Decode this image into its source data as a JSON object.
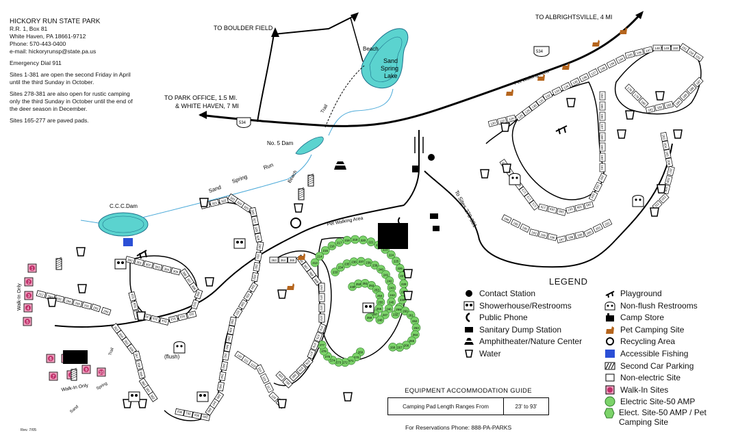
{
  "park": {
    "name": "HICKORY RUN STATE PARK",
    "address1": "R.R. 1, Box 81",
    "address2": "White Haven, PA 18661-9712",
    "phone": "Phone: 570-443-0400",
    "email": "e-mail: hickoryrunsp@state.pa.us",
    "emergency": "Emergency Dial 911",
    "note1": "Sites 1-381 are open the second Friday in April until the third Sunday in October.",
    "note2": "Sites 278-381 are also open for rustic camping only the third Sunday in October until the end of the deer season in December.",
    "note3": "Sites 165-277 are paved pads."
  },
  "labels": {
    "boulder_field": "TO BOULDER FIELD",
    "albrightsville": "TO ALBRIGHTSVILLE, 4 MI",
    "park_office_1": "TO PARK OFFICE, 1.5 MI.",
    "park_office_2": "& WHITE HAVEN, 7 MI",
    "route": "534",
    "beach_top": "Beach",
    "lake_1": "Sand",
    "lake_2": "Spring",
    "lake_3": "Lake",
    "trail": "Trail",
    "dam5": "No. 5 Dam",
    "sand": "Sand",
    "spring": "Spring",
    "run": "Run",
    "beach_mid": "Beach",
    "ccc_dam": "C.C.C.Dam",
    "pet_walk_1": "Pet Walking Area",
    "pet_walk_2": "Pet Walking Area",
    "to_sites": "To Sites 278-381",
    "walk_in_1": "Walk-In Only",
    "walk_in_2": "Walk-In Only",
    "trail_low": "Trail",
    "sand_low": "Sand",
    "spring_low": "Spring",
    "flush": "(flush)"
  },
  "legend": {
    "title": "LEGEND",
    "items_left": [
      {
        "icon": "contact-station-icon",
        "label": "Contact Station"
      },
      {
        "icon": "showerhouse-icon",
        "label": "Showerhouse/Restrooms"
      },
      {
        "icon": "public-phone-icon",
        "label": "Public Phone"
      },
      {
        "icon": "sanitary-dump-icon",
        "label": "Sanitary Dump Station"
      },
      {
        "icon": "amphitheater-icon",
        "label": "Amphitheater/Nature Center"
      },
      {
        "icon": "water-icon",
        "label": "Water"
      }
    ],
    "items_right": [
      {
        "icon": "playground-icon",
        "label": "Playground"
      },
      {
        "icon": "non-flush-restroom-icon",
        "label": "Non-flush Restrooms"
      },
      {
        "icon": "camp-store-icon",
        "label": "Camp Store"
      },
      {
        "icon": "pet-camping-icon",
        "label": "Pet Camping Site"
      },
      {
        "icon": "recycling-icon",
        "label": "Recycling Area"
      },
      {
        "icon": "accessible-fishing-icon",
        "label": "Accessible Fishing"
      },
      {
        "icon": "second-car-parking-icon",
        "label": "Second Car Parking"
      },
      {
        "icon": "non-electric-site-icon",
        "label": "Non-electric Site"
      },
      {
        "icon": "walk-in-site-icon",
        "label": "Walk-In Sites"
      },
      {
        "icon": "electric-site-icon",
        "label": "Electric Site-50 AMP"
      },
      {
        "icon": "elect-pet-site-icon",
        "label": "Elect. Site-50 AMP / Pet Camping Site"
      }
    ]
  },
  "guide": {
    "title": "EQUIPMENT ACCOMMODATION GUIDE",
    "label": "Camping Pad Length Ranges From",
    "range": "23' to 93'"
  },
  "reservations": "For Reservations Phone: 888-PA-PARKS",
  "revision": "Rev. 7/05",
  "walk_in_sites": [
    "1",
    "2",
    "3",
    "4",
    "5",
    "6",
    "7",
    "8",
    "9",
    "10",
    "11"
  ],
  "site_numbers_visible": [
    "12",
    "13",
    "14",
    "15",
    "16",
    "18",
    "19",
    "20",
    "21",
    "22",
    "23",
    "24",
    "25",
    "26",
    "27",
    "28",
    "29",
    "30",
    "31",
    "32",
    "33",
    "34",
    "38",
    "40",
    "41",
    "42",
    "43",
    "44",
    "45",
    "46",
    "47",
    "48",
    "49",
    "50",
    "51",
    "52",
    "53",
    "54",
    "55",
    "56",
    "57",
    "58",
    "59",
    "60",
    "61",
    "62",
    "63",
    "64",
    "65",
    "66",
    "67",
    "68",
    "69",
    "70",
    "71",
    "72",
    "73",
    "74",
    "75",
    "76",
    "77",
    "79",
    "80",
    "82",
    "83",
    "84",
    "85",
    "86",
    "87",
    "88",
    "89",
    "90",
    "91",
    "92",
    "93",
    "94",
    "95",
    "96",
    "97",
    "98",
    "99",
    "100",
    "101",
    "102",
    "103",
    "104",
    "105",
    "106",
    "107",
    "108",
    "109",
    "110",
    "111",
    "113",
    "114",
    "115",
    "117",
    "118",
    "119",
    "120",
    "122",
    "124",
    "125",
    "126",
    "130",
    "131",
    "132",
    "133",
    "134",
    "135",
    "136",
    "137",
    "138",
    "139",
    "144",
    "145",
    "146",
    "147",
    "148",
    "149",
    "150",
    "151",
    "152",
    "153",
    "154",
    "155",
    "156",
    "157",
    "158",
    "159",
    "160",
    "161",
    "162",
    "163",
    "164",
    "165",
    "166",
    "167",
    "168",
    "169",
    "170",
    "171",
    "172",
    "173",
    "174",
    "175",
    "176",
    "177",
    "178",
    "179",
    "180",
    "181",
    "182",
    "183",
    "184",
    "185",
    "186",
    "187",
    "188",
    "189",
    "190",
    "193",
    "195",
    "196",
    "197",
    "198",
    "199",
    "200",
    "201",
    "202",
    "203",
    "204",
    "205",
    "206",
    "207",
    "208",
    "209",
    "210",
    "211",
    "212",
    "213",
    "214",
    "215",
    "216",
    "217",
    "218",
    "219",
    "220",
    "221",
    "222",
    "223",
    "224",
    "225",
    "226",
    "227",
    "228",
    "229",
    "230",
    "231",
    "232",
    "233",
    "234",
    "235",
    "236",
    "237",
    "238",
    "239",
    "240",
    "241",
    "242",
    "243",
    "244",
    "245",
    "246",
    "247",
    "248",
    "249",
    "250",
    "251",
    "252",
    "253",
    "254",
    "255",
    "256",
    "257",
    "258",
    "259",
    "260",
    "261",
    "262",
    "263",
    "264",
    "265",
    "266",
    "267",
    "268",
    "269",
    "270",
    "271",
    "272",
    "273",
    "274",
    "275",
    "276",
    "277",
    "280",
    "281",
    "284",
    "290",
    "291",
    "293",
    "299",
    "300",
    "301",
    "302",
    "303",
    "304",
    "305",
    "306",
    "307",
    "308",
    "309",
    "310",
    "311",
    "312",
    "313",
    "314",
    "315",
    "316",
    "317",
    "318",
    "319",
    "320",
    "321",
    "322",
    "323",
    "324",
    "325",
    "326",
    "327",
    "328",
    "329",
    "330",
    "331",
    "332",
    "333",
    "334",
    "335",
    "336",
    "337",
    "338",
    "339",
    "340",
    "341",
    "342",
    "343",
    "344",
    "345",
    "346",
    "347",
    "348",
    "349",
    "350",
    "351",
    "352",
    "353",
    "354",
    "355",
    "356",
    "357",
    "358",
    "359",
    "360",
    "361",
    "362",
    "363",
    "364",
    "365",
    "366",
    "367",
    "368",
    "369",
    "370",
    "371",
    "372",
    "373",
    "374",
    "375",
    "376",
    "377",
    "378",
    "379",
    "380",
    "381"
  ],
  "colors": {
    "lake": "#5bd3cf",
    "water_line": "#4aa9d8",
    "electric": "#7cd36a",
    "walk_in": "#f19fbf",
    "pet": "#b5651d",
    "road": "#000000"
  }
}
